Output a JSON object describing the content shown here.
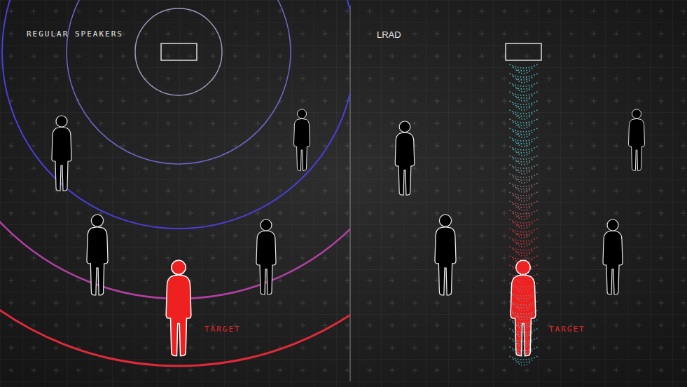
{
  "diagram": {
    "labels": [
      "REGULAR SPEAKERS",
      "LRAD",
      "TARGET",
      "TARGET"
    ]
  }
}
